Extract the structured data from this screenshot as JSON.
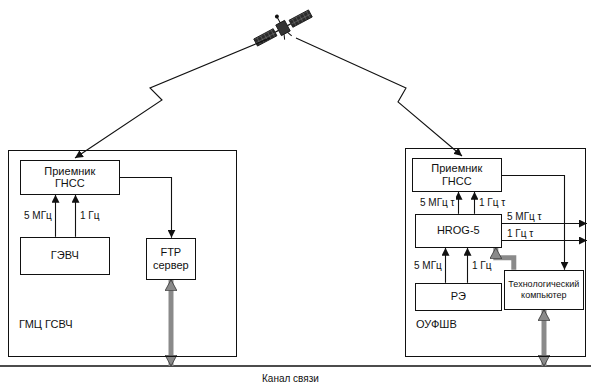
{
  "diagram": {
    "nodes": [
      {
        "text": [
          "ГМЦ ГСВЧ"
        ]
      },
      {
        "text": [
          "Приемник ГНСС"
        ],
        "in": 0
      },
      {
        "text": [
          "ГЭВЧ"
        ],
        "in": 0
      },
      {
        "text": [
          "FTP сервер"
        ],
        "in": 0
      },
      {
        "text": [
          "ОУФШВ"
        ]
      },
      {
        "text": [
          "Приемник ГНСС"
        ],
        "in": 4
      },
      {
        "text": [
          "HROG-5"
        ],
        "in": 4
      },
      {
        "text": [
          "РЭ"
        ],
        "in": 4
      },
      {
        "text": [
          "Технологический компьютер"
        ],
        "in": 4
      }
    ],
    "edges": [
      {
        "from": 2,
        "to": 1,
        "arrow": "to",
        "label": "5 МГц"
      },
      {
        "from": 2,
        "to": 1,
        "arrow": "to",
        "label": "1 Гц"
      },
      {
        "from": 1,
        "to": 3,
        "arrow": "to"
      },
      {
        "from": 6,
        "to": 5,
        "arrow": "to",
        "label": "5 МГц τ"
      },
      {
        "from": 6,
        "to": 5,
        "arrow": "to",
        "label": "1 Гц τ"
      },
      {
        "from": 7,
        "to": 6,
        "arrow": "to",
        "label": "5 МГц"
      },
      {
        "from": 7,
        "to": 6,
        "arrow": "to",
        "label": "1 Гц"
      },
      {
        "from": 5,
        "to": 8,
        "arrow": "to"
      },
      {
        "from": 8,
        "to": 6,
        "arrow": "to"
      }
    ],
    "labels": [
      "5 МГц τ",
      "1 Гц τ",
      "Канал связи"
    ]
  }
}
